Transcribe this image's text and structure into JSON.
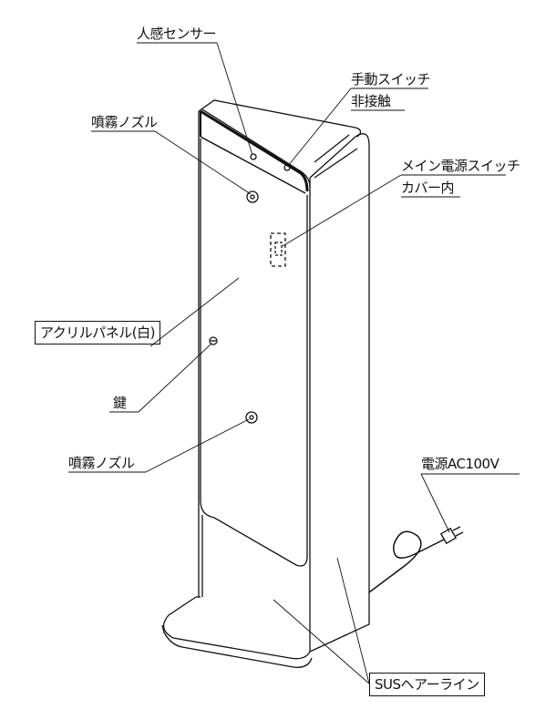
{
  "labels": {
    "human_sensor": "人感センサー",
    "manual_switch_line1": "手動スイッチ",
    "manual_switch_line2": "非接触",
    "spray_nozzle_top": "噴霧ノズル",
    "main_power_switch_line1": "メイン電源スイッチ",
    "main_power_switch_line2": "カバー内",
    "acrylic_panel": "アクリルパネル(白)",
    "key": "鍵",
    "spray_nozzle_bottom": "噴霧ノズル",
    "power_supply": "電源AC100V",
    "sus_hairline": "SUSヘアーライン"
  }
}
